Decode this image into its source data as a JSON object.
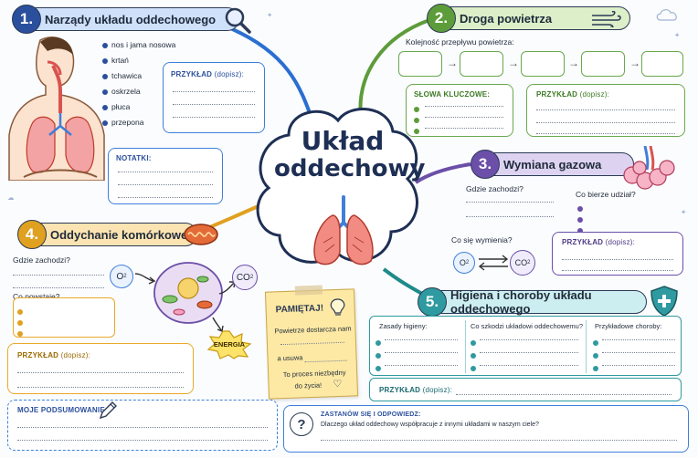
{
  "center": {
    "line1": "Układ",
    "line2": "oddechowy"
  },
  "s1": {
    "num": "1.",
    "title": "Narządy układu oddechowego",
    "organs": [
      "nos i jama nosowa",
      "krtań",
      "tchawica",
      "oskrzela",
      "płuca",
      "przepona"
    ],
    "example_label": "PRZYKŁAD",
    "example_hint": "(dopisz):",
    "notes_label": "NOTATKI:"
  },
  "s2": {
    "num": "2.",
    "title": "Droga powietrza",
    "flow_label": "Kolejność przepływu powietrza:",
    "keywords_label": "SŁOWA KLUCZOWE:",
    "example_label": "PRZYKŁAD",
    "example_hint": "(dopisz):"
  },
  "s3": {
    "num": "3.",
    "title": "Wymiana gazowa",
    "where_q": "Gdzie zachodzi?",
    "what_q": "Co bierze udział?",
    "exchange_q": "Co się wymienia?",
    "example_label": "PRZYKŁAD",
    "example_hint": "(dopisz):",
    "o2": "O",
    "co2": "CO"
  },
  "s4": {
    "num": "4.",
    "title": "Oddychanie komórkowe",
    "where_q": "Gdzie zachodzi?",
    "what_q": "Co powstaje?",
    "example_label": "PRZYKŁAD",
    "example_hint": "(dopisz):",
    "o2": "O",
    "co2": "CO",
    "energy": "ENERGIA"
  },
  "s5": {
    "num": "5.",
    "title": "Higiena i choroby układu oddechowego",
    "col1": "Zasady higieny:",
    "col2": "Co szkodzi układowi oddechowemu?",
    "col3": "Przykładowe choroby:",
    "example_label": "PRZYKŁAD",
    "example_hint": "(dopisz):"
  },
  "remember": {
    "title": "PAMIĘTAJ!",
    "line1": "Powietrze dostarcza nam",
    "line2": "a usuwa",
    "line3": "To proces niezbędny",
    "line4": "do życia!"
  },
  "summary": {
    "label": "MOJE PODSUMOWANIE"
  },
  "reflect": {
    "label": "ZASTANÓW SIĘ I ODPOWIEDZ:",
    "question": "Dlaczego układ oddechowy współpracuje z innymi układami w naszym ciele?"
  },
  "colors": {
    "blue": "#3f7fd9",
    "green": "#6aa84f",
    "purple": "#6b4fa8",
    "orange": "#e9a92a",
    "teal": "#2f9aa0"
  }
}
